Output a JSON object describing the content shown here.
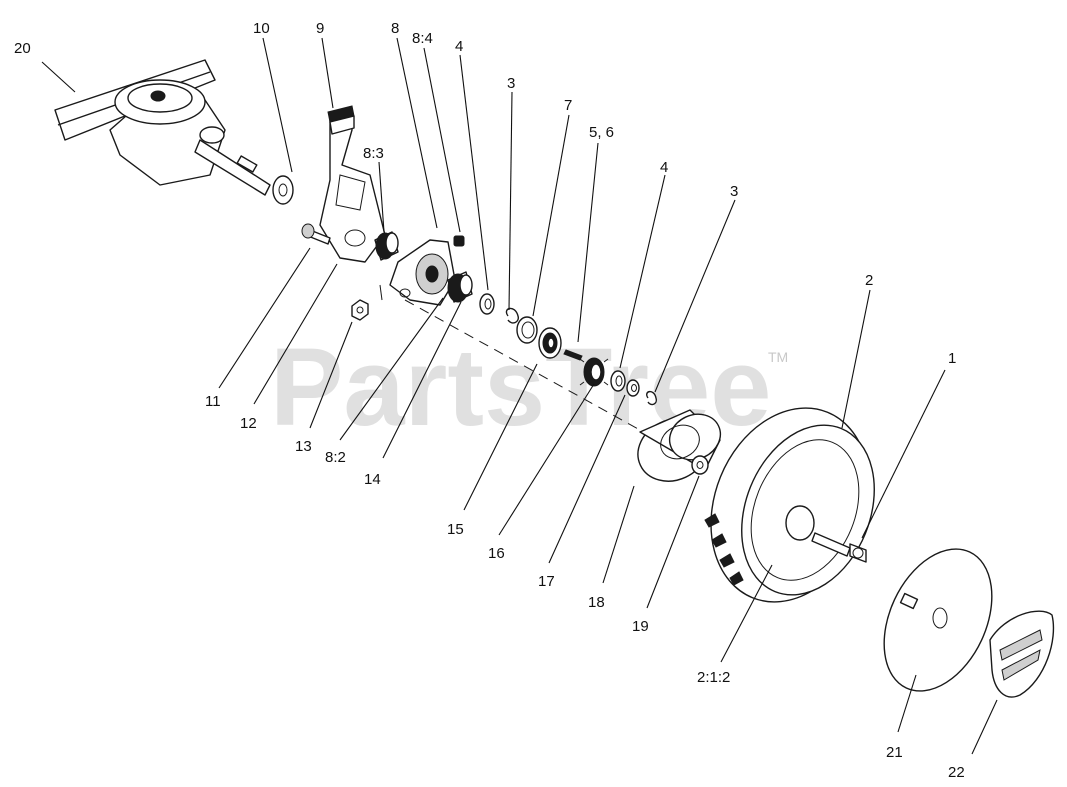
{
  "watermark": {
    "text": "PartsTree",
    "trademark": "TM"
  },
  "callouts": {
    "c1": "1",
    "c2": "2",
    "c2_1_2": "2:1:2",
    "c3a": "3",
    "c3b": "3",
    "c4a": "4",
    "c4b": "4",
    "c5_6": "5, 6",
    "c7": "7",
    "c8": "8",
    "c8_2": "8:2",
    "c8_3": "8:3",
    "c8_4": "8:4",
    "c9": "9",
    "c10": "10",
    "c11": "11",
    "c12": "12",
    "c13": "13",
    "c14": "14",
    "c15": "15",
    "c16": "16",
    "c17": "17",
    "c18": "18",
    "c19": "19",
    "c20": "20",
    "c21": "21",
    "c22": "22"
  }
}
